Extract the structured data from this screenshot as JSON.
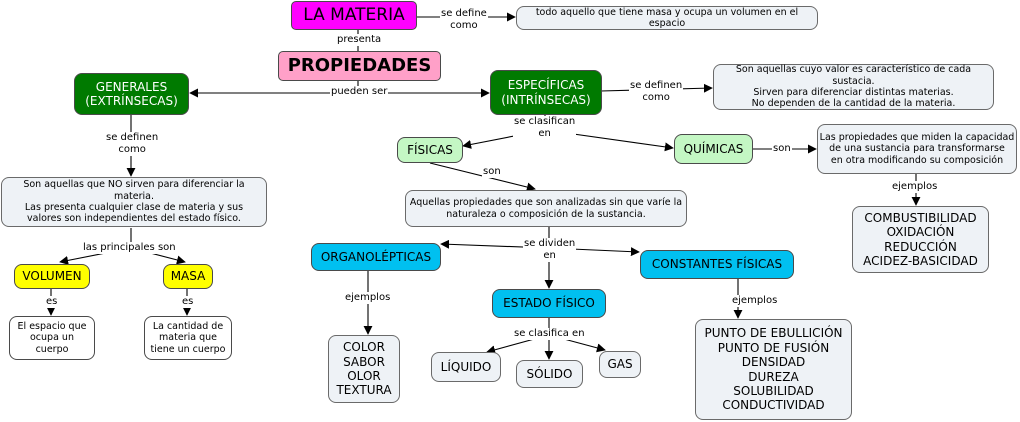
{
  "nodes": {
    "materia": "LA MATERIA",
    "definition": "todo aquello que tiene masa y ocupa un volumen en el espacio",
    "propiedades": "PROPIEDADES",
    "generales": "GENERALES\n(EXTRÍNSECAS)",
    "especificas": "ESPECÍFICAS\n(INTRÍNSECAS)",
    "especificas_def": "Son aquellas cuyo valor es característico de cada sustacia.\nSirven para diferenciar distintas materias.\nNo dependen de la cantidad de la materia.",
    "generales_def": "Son aquellas que NO sirven para diferenciar la materia.\nLas presenta cualquier clase de materia y sus\nvalores son independientes del estado físico.",
    "fisicas": "FÍSICAS",
    "quimicas": "QUÍMICAS",
    "quimicas_def": "Las propiedades que miden la capacidad\nde una sustancia para transformarse\nen otra modificando su composición",
    "quimicas_examples": "COMBUSTIBILIDAD\nOXIDACIÓN\nREDUCCIÓN\nACIDEZ-BASICIDAD",
    "fisicas_def": "Aquellas propiedades que son analizadas sin que varíe la\nnaturaleza o composición de la sustancia.",
    "volumen": "VOLUMEN",
    "masa": "MASA",
    "volumen_def": "El espacio que\nocupa un\ncuerpo",
    "masa_def": "La cantidad de\nmateria que\ntiene un cuerpo",
    "organolepticas": "ORGANOLÉPTICAS",
    "estado_fisico": "ESTADO FÍSICO",
    "constantes": "CONSTANTES FÍSICAS",
    "organo_examples": "COLOR\nSABOR\nOLOR\nTEXTURA",
    "liquido": "LÍQUIDO",
    "solido": "SÓLIDO",
    "gas": "GAS",
    "constantes_examples": "PUNTO DE EBULLICIÓN\nPUNTO DE FUSIÓN\nDENSIDAD\nDUREZA\nSOLUBILIDAD\nCONDUCTIVIDAD"
  },
  "links": {
    "se_define_como": "se define\ncomo",
    "presenta": "presenta",
    "pueden_ser": "pueden ser",
    "se_definen_como_right": "se definen\ncomo",
    "se_definen_como_left": "se definen\ncomo",
    "se_clasifican_en": "se clasifican\nen",
    "son_quimicas": "son",
    "son_fisicas": "son",
    "ejemplos_quimicas": "ejemplos",
    "las_principales_son": "las principales son",
    "es_volumen": "es",
    "es_masa": "es",
    "se_dividen_en": "se dividen\nen",
    "ejemplos_organo": "ejemplos",
    "ejemplos_constantes": "ejemplos",
    "se_clasifica_en": "se clasifica en"
  },
  "colors": {
    "magenta": "#ff00ff",
    "pink": "#ffa0c8",
    "dark_green": "#007a00",
    "light_green": "#c4f7c4",
    "cyan": "#00c0f0",
    "yellow": "#ffff00",
    "pale": "#eef2f6"
  }
}
